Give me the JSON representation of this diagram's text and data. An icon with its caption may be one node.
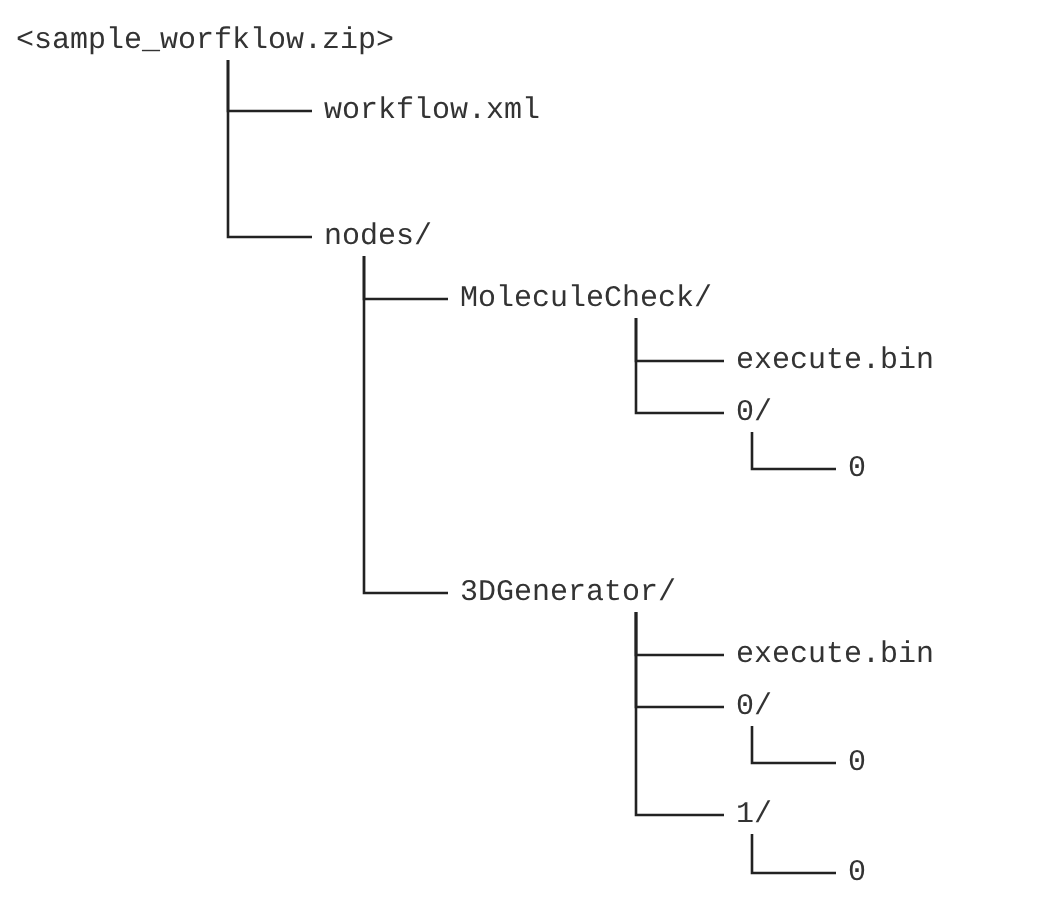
{
  "diagram": {
    "nodes": [
      {
        "text": [
          "<sample_worfklow.zip>"
        ]
      },
      {
        "text": [
          "workflow.xml"
        ]
      },
      {
        "text": [
          "nodes/"
        ]
      },
      {
        "text": [
          "MoleculeCheck/"
        ]
      },
      {
        "text": [
          "execute.bin"
        ]
      },
      {
        "text": [
          "0/"
        ]
      },
      {
        "text": [
          "0"
        ]
      },
      {
        "text": [
          "3DGenerator/"
        ]
      },
      {
        "text": [
          "execute.bin"
        ]
      },
      {
        "text": [
          "0/"
        ]
      },
      {
        "text": [
          "0"
        ]
      },
      {
        "text": [
          "1/"
        ]
      },
      {
        "text": [
          "0"
        ]
      }
    ],
    "edges": [
      {
        "from": 0,
        "to": 1,
        "arrow": "none"
      },
      {
        "from": 0,
        "to": 2,
        "arrow": "none"
      },
      {
        "from": 2,
        "to": 3,
        "arrow": "none"
      },
      {
        "from": 2,
        "to": 7,
        "arrow": "none"
      },
      {
        "from": 3,
        "to": 4,
        "arrow": "none"
      },
      {
        "from": 3,
        "to": 5,
        "arrow": "none"
      },
      {
        "from": 5,
        "to": 6,
        "arrow": "none"
      },
      {
        "from": 7,
        "to": 8,
        "arrow": "none"
      },
      {
        "from": 7,
        "to": 9,
        "arrow": "none"
      },
      {
        "from": 9,
        "to": 10,
        "arrow": "none"
      },
      {
        "from": 7,
        "to": 11,
        "arrow": "none"
      },
      {
        "from": 11,
        "to": 12,
        "arrow": "none"
      }
    ]
  }
}
